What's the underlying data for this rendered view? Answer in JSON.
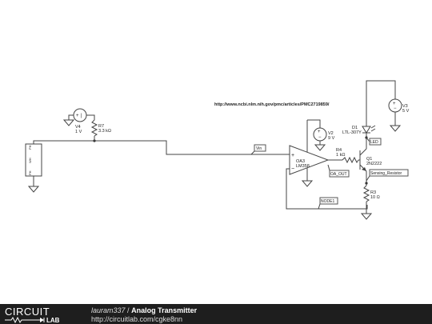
{
  "header_url": "http://www.ncbi.nlm.nih.gov/pmc/articles/PMC2719859/",
  "components": {
    "v4": {
      "name": "V4",
      "value": "1 V"
    },
    "r7": {
      "name": "R7",
      "value": "3.3 kΩ"
    },
    "v2": {
      "name": "V2",
      "value": "9 V"
    },
    "oa3": {
      "name": "OA3",
      "value": "LM358"
    },
    "r4": {
      "name": "R4",
      "value": "1 kΩ"
    },
    "d1": {
      "name": "D1",
      "value": "LTL-307Y"
    },
    "v3": {
      "name": "V3",
      "value": "5 V"
    },
    "q1": {
      "name": "Q1",
      "value": "2N2222"
    },
    "r3": {
      "name": "R3",
      "value": "10 Ω"
    }
  },
  "pot_labels": {
    "top": "PH",
    "mid": "WH",
    "bottom": "PH"
  },
  "nets": {
    "vin": "Vin",
    "led": "LED",
    "oa_out": "OA_OUT",
    "sensing": "Sensing_Resistor",
    "node1": "NODE1"
  },
  "footer": {
    "logo_top": "CIRCUIT",
    "logo_bottom": "LAB",
    "author": "lauram337",
    "separator": "/",
    "project": "Analog Transmitter",
    "url": "http://circuitlab.com/cgke8nn"
  }
}
